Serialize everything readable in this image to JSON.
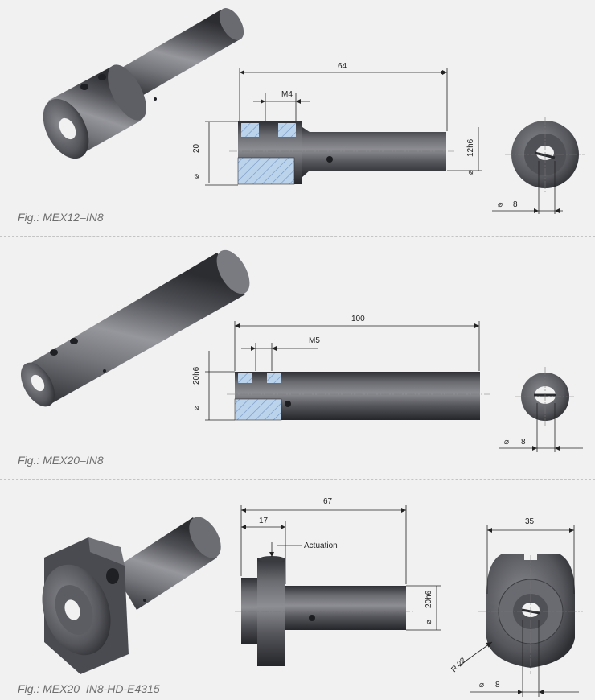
{
  "figures": [
    {
      "caption": "Fig.: MEX12–IN8",
      "dims": {
        "length": "64",
        "thread": "M4",
        "outer_dia": "20",
        "shaft_dia": "12h6",
        "bore": "8"
      }
    },
    {
      "caption": "Fig.: MEX20–IN8",
      "dims": {
        "length": "100",
        "thread": "M5",
        "shaft_dia": "20h6",
        "bore": "8"
      }
    },
    {
      "caption": "Fig.: MEX20–IN8-HD-E4315",
      "dims": {
        "length": "67",
        "flange": "17",
        "actuation": "Actuation",
        "shaft_dia": "20h6",
        "width": "35",
        "radius": "R 22",
        "bore": "8"
      }
    }
  ],
  "symbols": {
    "diameter": "⌀"
  },
  "colors": {
    "background": "#f1f1f1",
    "section_hatch": "#a9c6e6",
    "steel_dark": "#3f3f44",
    "steel_mid": "#6e6f74",
    "separator": "#c4c4c4"
  }
}
